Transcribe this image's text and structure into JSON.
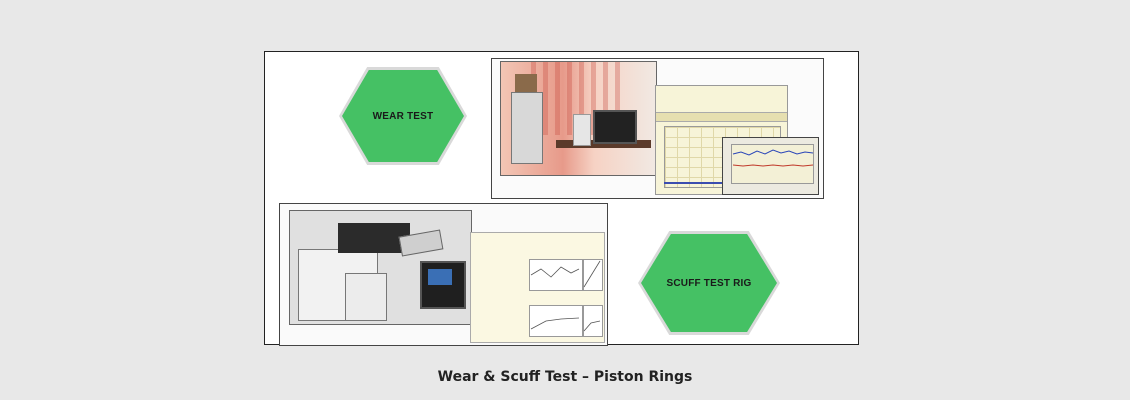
{
  "caption": "Wear & Scuff Test – Piston Rings",
  "labels": {
    "wear_test": "WEAR TEST",
    "scuff_test_rig": "SCUFF TEST RIG"
  },
  "colors": {
    "hex_fill": "#45c164",
    "background": "#e8e8e8",
    "frame_border": "#222222"
  }
}
